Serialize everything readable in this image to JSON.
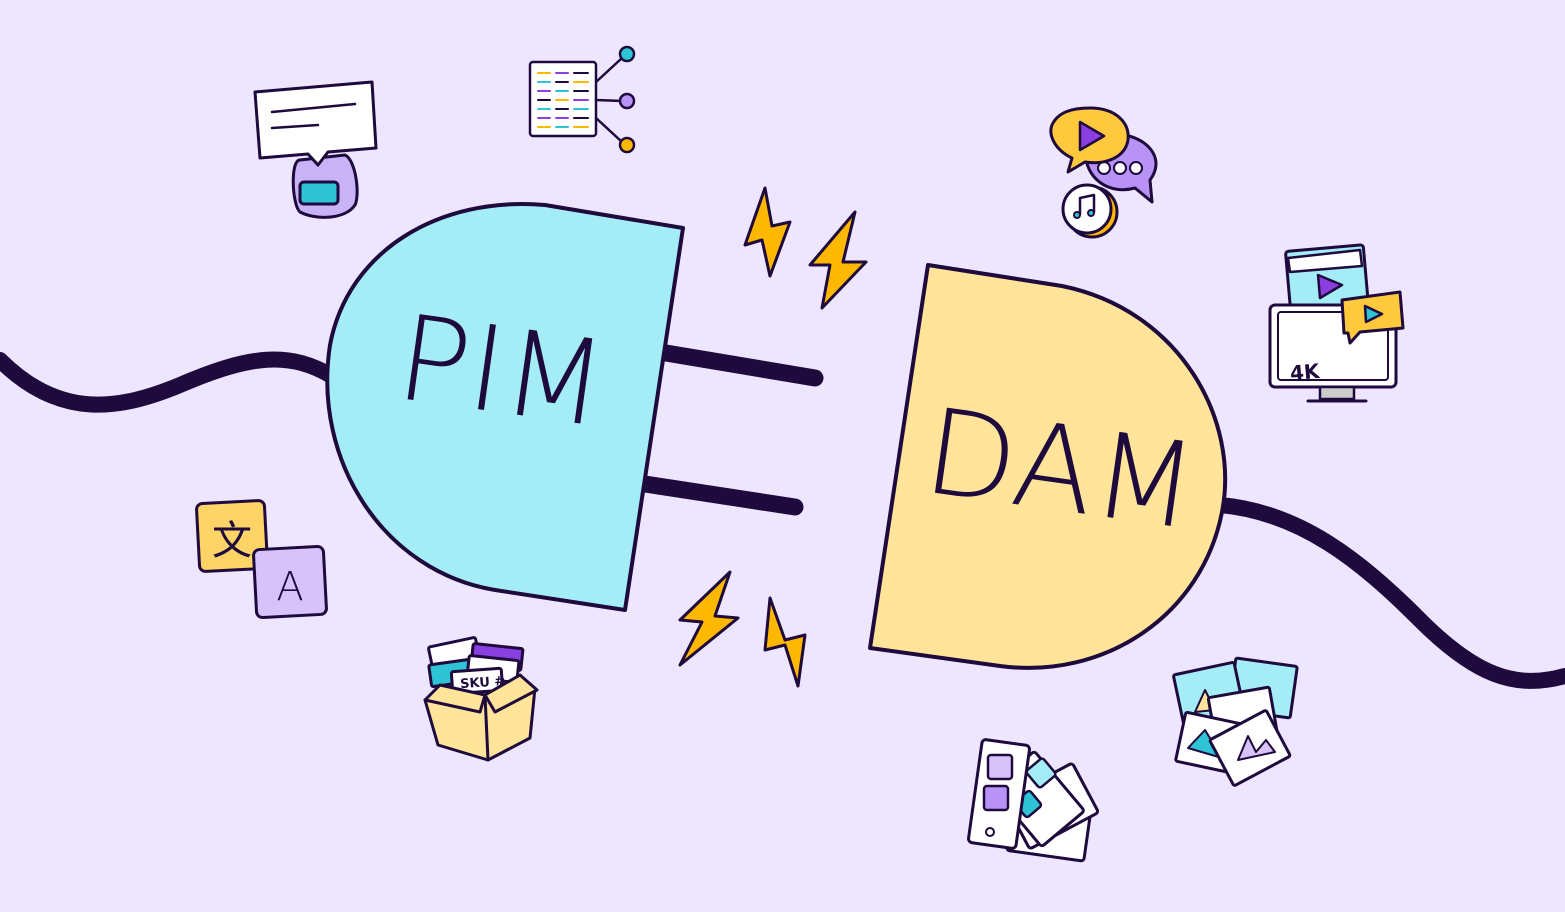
{
  "plugs": {
    "left_label": "PIM",
    "right_label": "DAM"
  },
  "icons": {
    "video_screen_badge": "4K",
    "sku_tag": "SKU #",
    "translate_source": "文",
    "translate_target": "A"
  },
  "colors": {
    "background": "#EEE6FE",
    "pim": "#A5EDF6",
    "dam": "#FFE49A",
    "outline": "#1E0A3C",
    "bolt": "#FFB800",
    "purple": "#B992F5",
    "teal": "#2EC4D6"
  }
}
